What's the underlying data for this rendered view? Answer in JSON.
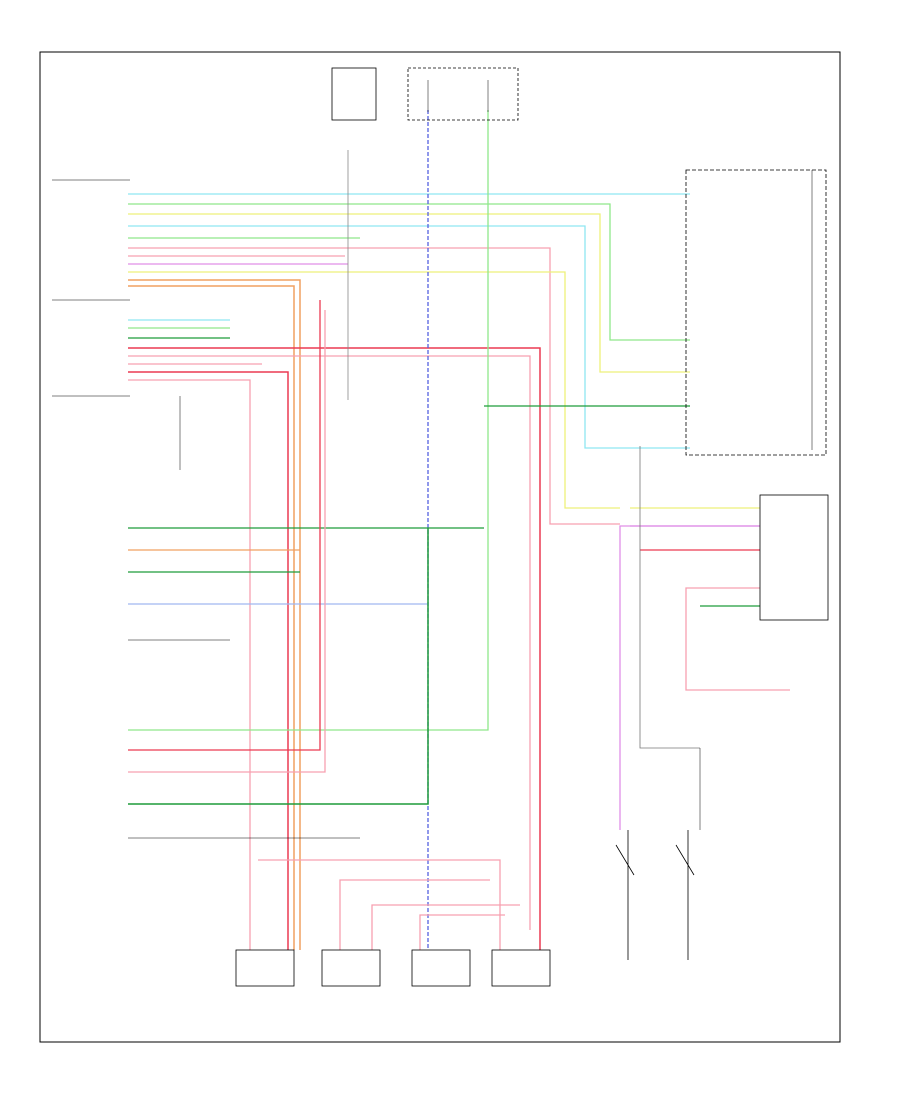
{
  "diagram": {
    "footer_code": "",
    "colors": {
      "light_blue": "#8fe6f2",
      "light_green": "#8fe88a",
      "dark_green": "#1f9c3a",
      "yellow": "#eef07a",
      "orange": "#f0a060",
      "pink": "#f7a0b0",
      "red": "#ec3a52",
      "violet": "#e08fe8",
      "dark_blue": "#5560e0",
      "gray": "#777777",
      "black": "#000000"
    },
    "components": [
      {
        "id": "fuse-box-left",
        "lines": []
      },
      {
        "id": "fuse-box-right",
        "lines": []
      },
      {
        "id": "left-switch-module",
        "lines": []
      },
      {
        "id": "right-switch-block",
        "lines": []
      },
      {
        "id": "memory-module",
        "lines": []
      },
      {
        "id": "motor-left-front",
        "lines": []
      },
      {
        "id": "motor-left-rear",
        "lines": []
      },
      {
        "id": "motor-right-front",
        "lines": []
      },
      {
        "id": "motor-right-rear",
        "lines": []
      },
      {
        "id": "lower-switch-1",
        "lines": []
      },
      {
        "id": "lower-switch-2",
        "lines": []
      }
    ]
  }
}
